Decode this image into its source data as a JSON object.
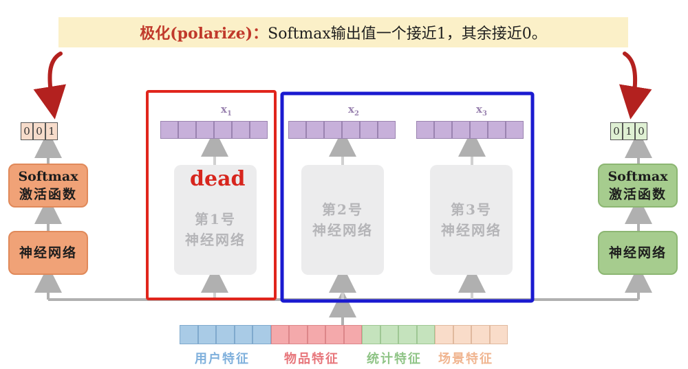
{
  "banner": {
    "keyword": "极化(polarize)：",
    "text": "Softmax输出值一个接近1，其余接近0。"
  },
  "left": {
    "output": [
      "0",
      "0",
      "1"
    ],
    "softmax": {
      "line1": "Softmax",
      "line2": "激活函数"
    },
    "net": "神经网络"
  },
  "right": {
    "output": [
      "0",
      "1",
      "0"
    ],
    "softmax": {
      "line1": "Softmax",
      "line2": "激活函数"
    },
    "net": "神经网络"
  },
  "experts": [
    {
      "number": "第1号",
      "name": "神经网络",
      "output": "x",
      "sub": "1"
    },
    {
      "number": "第2号",
      "name": "神经网络",
      "output": "x",
      "sub": "2"
    },
    {
      "number": "第3号",
      "name": "神经网络",
      "output": "x",
      "sub": "3"
    }
  ],
  "dead_label": "dead",
  "features": [
    {
      "name": "用户特征",
      "color": "#7fb0dc"
    },
    {
      "name": "物品特征",
      "color": "#e7767b"
    },
    {
      "name": "统计特征",
      "color": "#8fc486"
    },
    {
      "name": "场景特征",
      "color": "#f0b590"
    }
  ],
  "colors": {
    "dead_highlight": "#e0251c",
    "live_highlight": "#1a1ad0",
    "curved_arrow": "#b3211f",
    "connector": "#b0b0b0"
  }
}
